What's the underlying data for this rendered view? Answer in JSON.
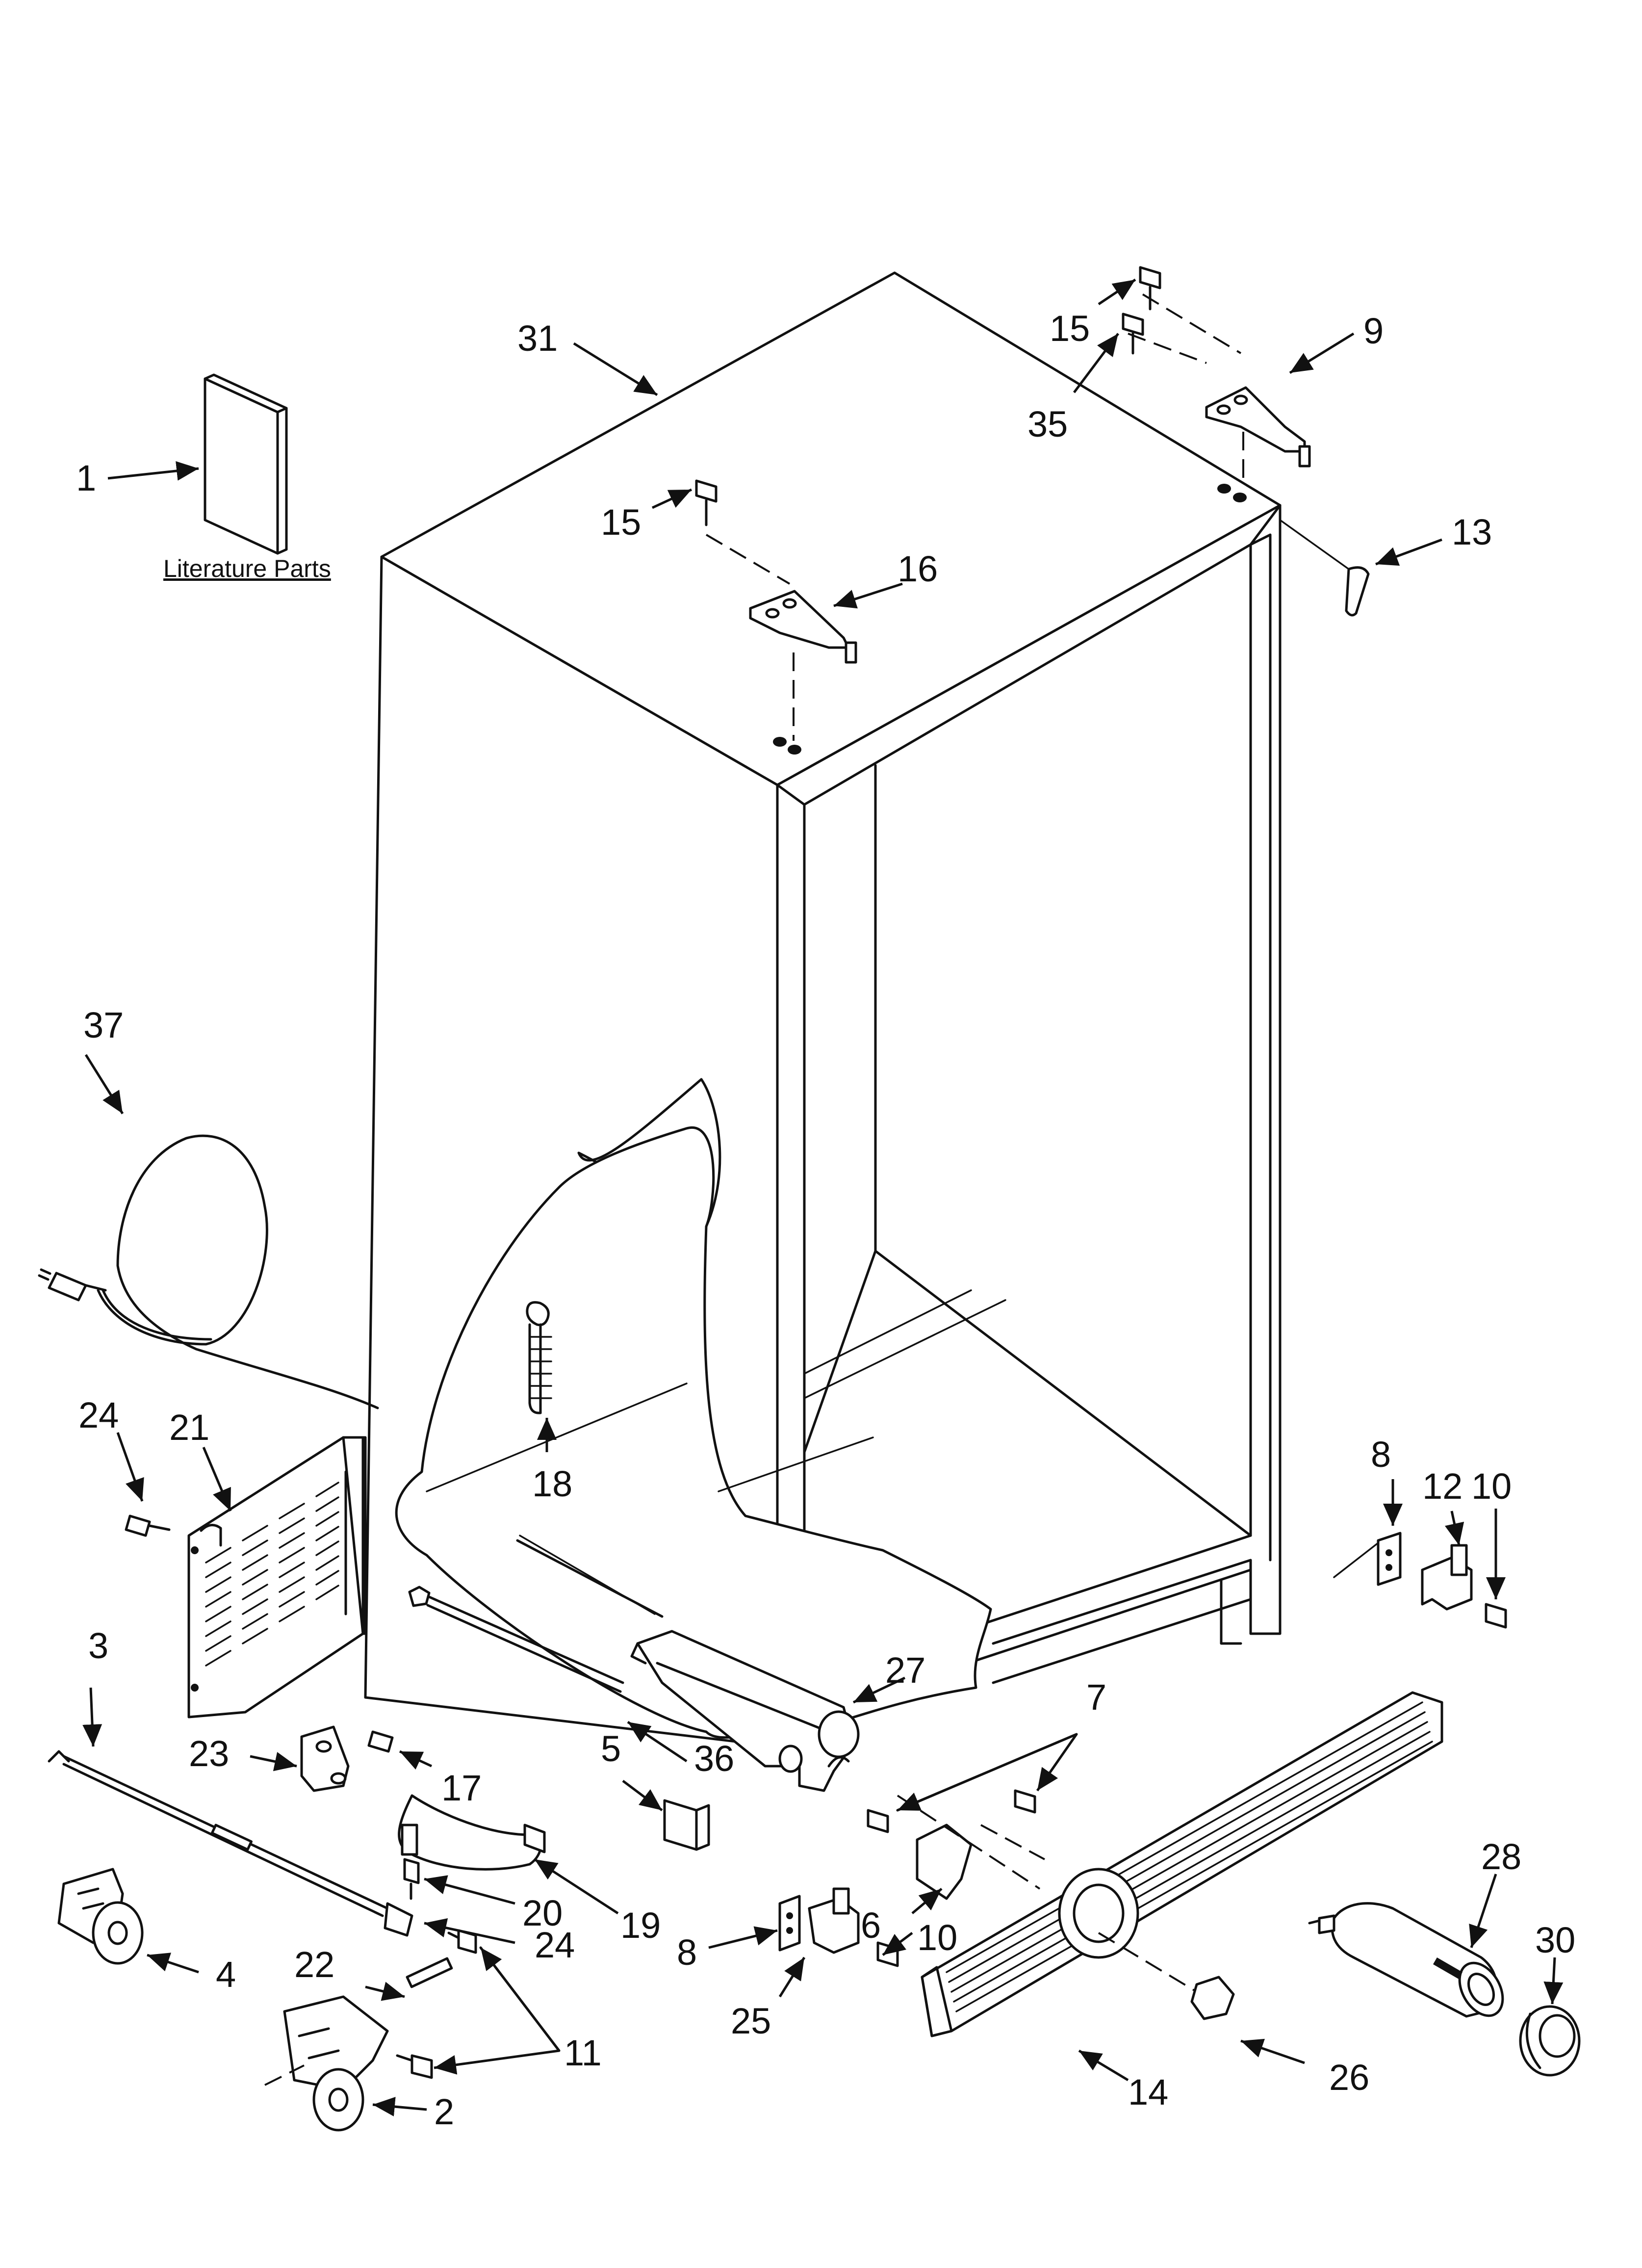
{
  "diagram": {
    "literature_caption": "Literature Parts",
    "labels": [
      {
        "id": "1",
        "text": "1"
      },
      {
        "id": "2",
        "text": "2"
      },
      {
        "id": "3",
        "text": "3"
      },
      {
        "id": "4",
        "text": "4"
      },
      {
        "id": "5",
        "text": "5"
      },
      {
        "id": "6",
        "text": "6"
      },
      {
        "id": "7",
        "text": "7"
      },
      {
        "id": "8a",
        "text": "8"
      },
      {
        "id": "8b",
        "text": "8"
      },
      {
        "id": "9",
        "text": "9"
      },
      {
        "id": "10a",
        "text": "10"
      },
      {
        "id": "10b",
        "text": "10"
      },
      {
        "id": "11",
        "text": "11"
      },
      {
        "id": "12",
        "text": "12"
      },
      {
        "id": "13",
        "text": "13"
      },
      {
        "id": "14",
        "text": "14"
      },
      {
        "id": "15a",
        "text": "15"
      },
      {
        "id": "15b",
        "text": "15"
      },
      {
        "id": "16",
        "text": "16"
      },
      {
        "id": "17",
        "text": "17"
      },
      {
        "id": "18",
        "text": "18"
      },
      {
        "id": "19",
        "text": "19"
      },
      {
        "id": "20",
        "text": "20"
      },
      {
        "id": "21",
        "text": "21"
      },
      {
        "id": "22",
        "text": "22"
      },
      {
        "id": "23",
        "text": "23"
      },
      {
        "id": "24a",
        "text": "24"
      },
      {
        "id": "24b",
        "text": "24"
      },
      {
        "id": "25",
        "text": "25"
      },
      {
        "id": "26",
        "text": "26"
      },
      {
        "id": "27",
        "text": "27"
      },
      {
        "id": "28",
        "text": "28"
      },
      {
        "id": "30",
        "text": "30"
      },
      {
        "id": "31",
        "text": "31"
      },
      {
        "id": "35",
        "text": "35"
      },
      {
        "id": "36",
        "text": "36"
      },
      {
        "id": "37",
        "text": "37"
      }
    ]
  }
}
